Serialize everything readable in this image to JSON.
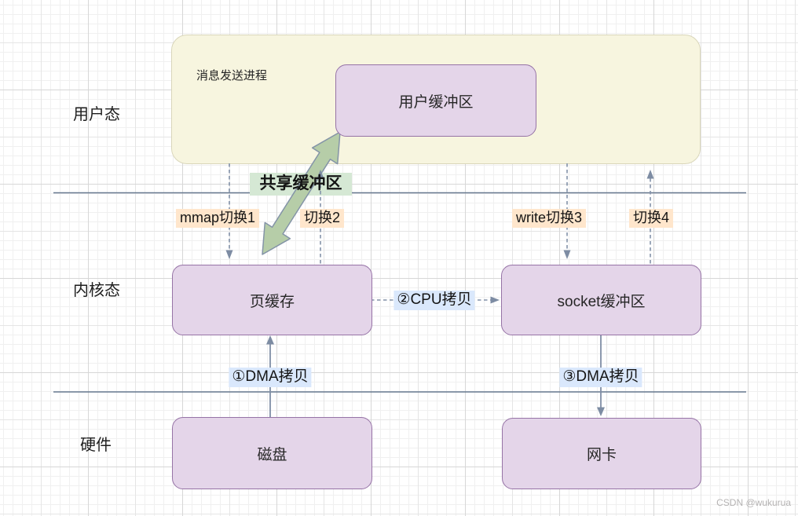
{
  "diagram": {
    "rows": {
      "user_mode": "用户态",
      "kernel_mode": "内核态",
      "hardware": "硬件"
    },
    "nodes": {
      "process": "消息发送进程",
      "user_buffer": "用户缓冲区",
      "page_cache": "页缓存",
      "socket_buffer": "socket缓冲区",
      "disk": "磁盘",
      "nic": "网卡"
    },
    "labels": {
      "shared_buffer": "共享缓冲区",
      "mmap_switch1": "mmap切换1",
      "switch2": "切换2",
      "write_switch3": "write切换3",
      "switch4": "切换4",
      "dma_copy1": "①DMA拷贝",
      "cpu_copy2": "②CPU拷贝",
      "dma_copy3": "③DMA拷贝"
    },
    "colors": {
      "process_fill": "#f7f5df",
      "buffer_fill": "#e4d5e9",
      "buffer_border": "#9673a6",
      "switch_label_bg": "#ffe6cc",
      "copy_label_bg": "#dae8fc",
      "shared_label_bg": "#d5e8d4",
      "green_arrow_fill": "#b6cda8",
      "arrow_stroke": "#7d8ca3",
      "divider_stroke": "#66788f"
    },
    "watermark": "CSDN @wukurua"
  }
}
